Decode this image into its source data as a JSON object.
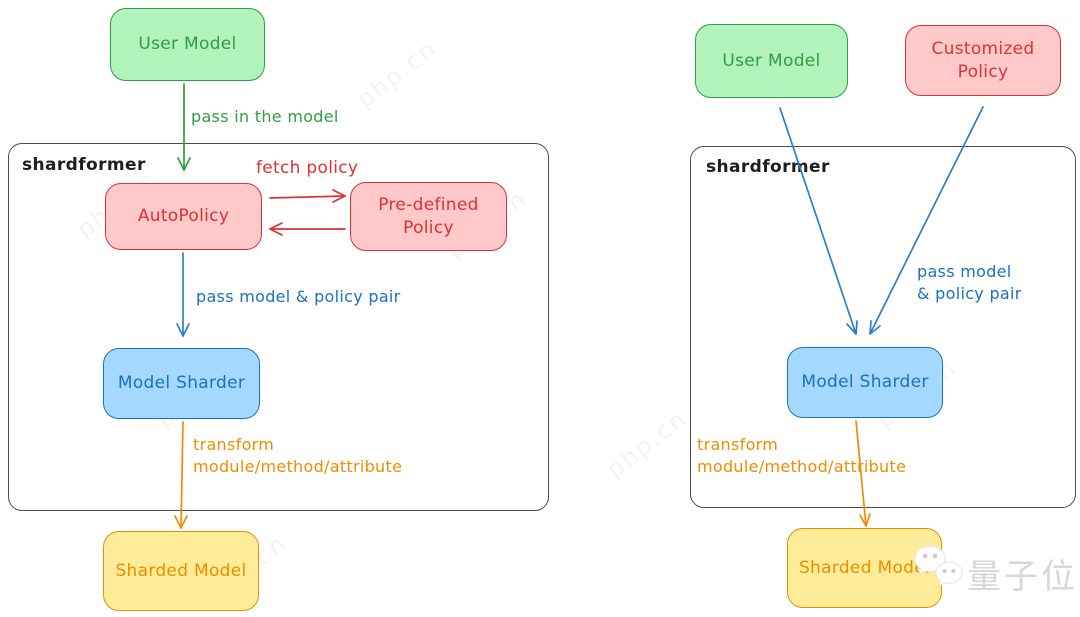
{
  "palette": {
    "green_stroke": "#2f9e44",
    "green_fill": "#b2f2bb",
    "red_stroke": "#e03131",
    "red_fill": "#ffc9c9",
    "blue_stroke": "#1971c2",
    "blue_fill": "#a5d8ff",
    "orange_stroke": "#f08c00",
    "yellow_fill": "#ffec99",
    "frame_stroke": "#494c50",
    "frame_label_color": "#1e1e1e",
    "brand_watermark_color": "#d7d7d7"
  },
  "left_diagram": {
    "frame_label": "shardformer",
    "user_model": "User Model",
    "pass_in_model_label": "pass in the model",
    "fetch_policy_label": "fetch policy",
    "auto_policy": "AutoPolicy",
    "predefined_policy": "Pre-defined\nPolicy",
    "pass_pair_label": "pass model & policy pair",
    "model_sharder": "Model Sharder",
    "transform_label": "transform\nmodule/method/attribute",
    "sharded_model": "Sharded Model"
  },
  "right_diagram": {
    "frame_label": "shardformer",
    "user_model": "User Model",
    "customized_policy": "Customized\nPolicy",
    "pass_pair_label": "pass model\n& policy pair",
    "model_sharder": "Model Sharder",
    "transform_label": "transform\nmodule/method/attribute",
    "sharded_model": "Sharded Model"
  },
  "watermarks": {
    "brand": "量子位",
    "site": "php.cn"
  }
}
